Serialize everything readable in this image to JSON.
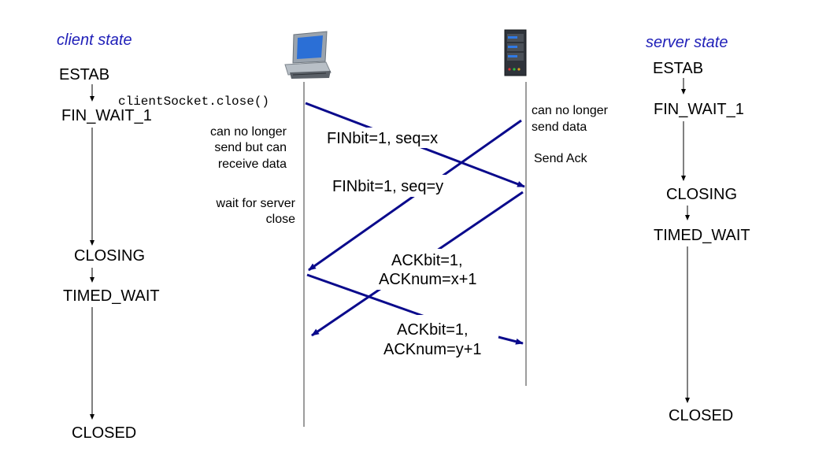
{
  "headers": {
    "client": "client state",
    "server": "server state"
  },
  "client_states": [
    "ESTAB",
    "FIN_WAIT_1",
    "CLOSING",
    "TIMED_WAIT",
    "CLOSED"
  ],
  "server_states": [
    "ESTAB",
    "FIN_WAIT_1",
    "CLOSING",
    "TIMED_WAIT",
    "CLOSED"
  ],
  "client_call": "clientSocket.close()",
  "client_notes": {
    "no_longer_send": [
      "can no longer",
      "send but can",
      "receive data"
    ],
    "wait_close": [
      "wait for server",
      "close"
    ]
  },
  "server_notes": {
    "no_longer_send": [
      "can no longer",
      "send data"
    ],
    "send_ack": "Send Ack"
  },
  "messages": {
    "fin_client": "FINbit=1, seq=x",
    "fin_server": "FINbit=1, seq=y",
    "ack_server": [
      "ACKbit=1,",
      "ACKnum=x+1"
    ],
    "ack_client": [
      "ACKbit=1,",
      "ACKnum=y+1"
    ]
  },
  "icons": [
    "computer-icon",
    "server-icon"
  ],
  "colors": {
    "header": "#1f1fb8",
    "arrow": "#0a0a8c",
    "text": "#000000"
  }
}
